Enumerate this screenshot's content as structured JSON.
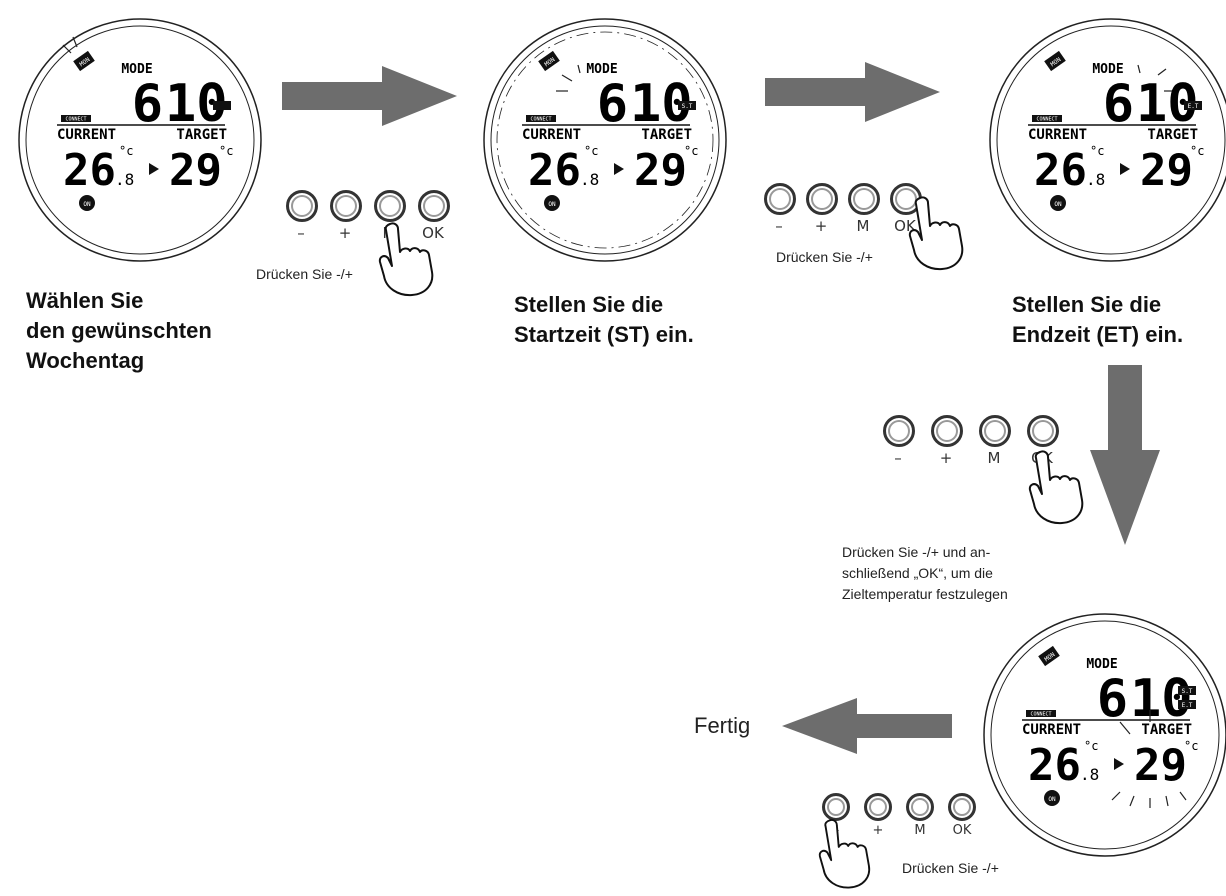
{
  "display": {
    "mode": "MODE",
    "day": "MON",
    "connect": "CONNECT",
    "current": "CURRENT",
    "target": "TARGET",
    "hours": "6",
    "minutes": "10",
    "current_temp": "26",
    "current_temp_decimal": ".8",
    "target_temp": "29",
    "unit": "°c",
    "on": "ON",
    "st": "S.T",
    "et": "E.T"
  },
  "buttons": [
    "–",
    "+",
    "M",
    "OK"
  ],
  "steps": [
    {
      "caption": [
        "Wählen Sie",
        "den gewünschten",
        "Wochentag"
      ]
    },
    {
      "caption": [
        "Stellen Sie die",
        "Startzeit (ST) ein."
      ]
    },
    {
      "caption": [
        "Stellen Sie die",
        "Endzeit (ET) ein."
      ]
    },
    {
      "caption": []
    }
  ],
  "notes": {
    "press": "Drücken Sie -/+",
    "press_ok": [
      "Drücken Sie -/+ und an-",
      "schließend „OK“, um die",
      "Zieltemperatur festzulegen"
    ]
  },
  "done": "Fertig",
  "colors": {
    "arrow": "#6d6d6d",
    "line": "#222222"
  }
}
